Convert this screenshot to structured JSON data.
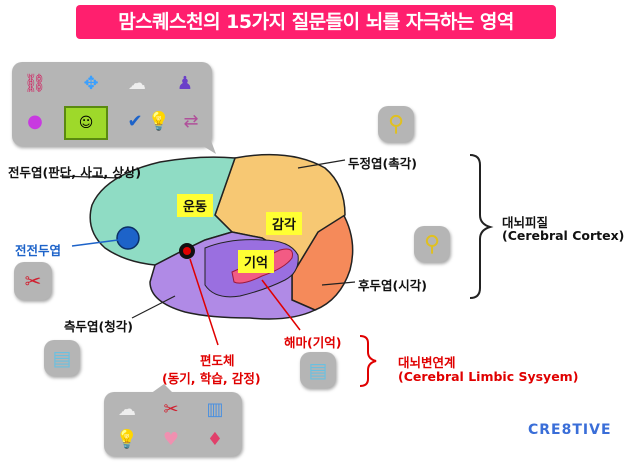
{
  "title": "맘스퀘스천의 15가지 질문들이 뇌를 자극하는 영역",
  "brain_regions": {
    "motor": "운동",
    "sensory": "감각",
    "memory": "기억"
  },
  "labels": {
    "frontal": "전두엽(판단, 사고, 상상)",
    "prefrontal": "전전두엽",
    "temporal": "측두엽(청각)",
    "parietal": "두정엽(촉각)",
    "occipital": "후두엽(시각)",
    "amygdala_line1": "편도체",
    "amygdala_line2": "(동기, 학습, 감정)",
    "hippocampus": "해마(기억)"
  },
  "groups": {
    "cortex_line1": "대뇌피질",
    "cortex_line2": "(Cerebral Cortex)",
    "limbic_line1": "대뇌변연계",
    "limbic_line2": "(Cerebral Limbic Sysyem)"
  },
  "logo": "CRE8TIVE",
  "colors": {
    "title_bg": "#ff1f6e",
    "frontal": "#8fdcc4",
    "parietal": "#f7c873",
    "occipital": "#f58a5a",
    "temporal": "#b08ae6",
    "limbic": "#a47ae0",
    "label_bg": "#ffff33",
    "red": "#e00000",
    "blue": "#1d63c9"
  },
  "icons": {
    "top_box": [
      "chain-link-icon",
      "arrows-icon",
      "cloud-puzzle-icon",
      "figure-icon",
      "balloon-icon",
      "picture-frame-icon",
      "check-icon",
      "lightbulb-icon",
      "signpost-icon"
    ],
    "bottom_box": [
      "cloud-puzzle-icon",
      "tools-icon",
      "book-icon",
      "lightbulb-icon",
      "love-heart-icon",
      "gem-icon"
    ],
    "magnifier": "magnifier-icon",
    "tools": "tools-icon",
    "books": "books-icon"
  }
}
